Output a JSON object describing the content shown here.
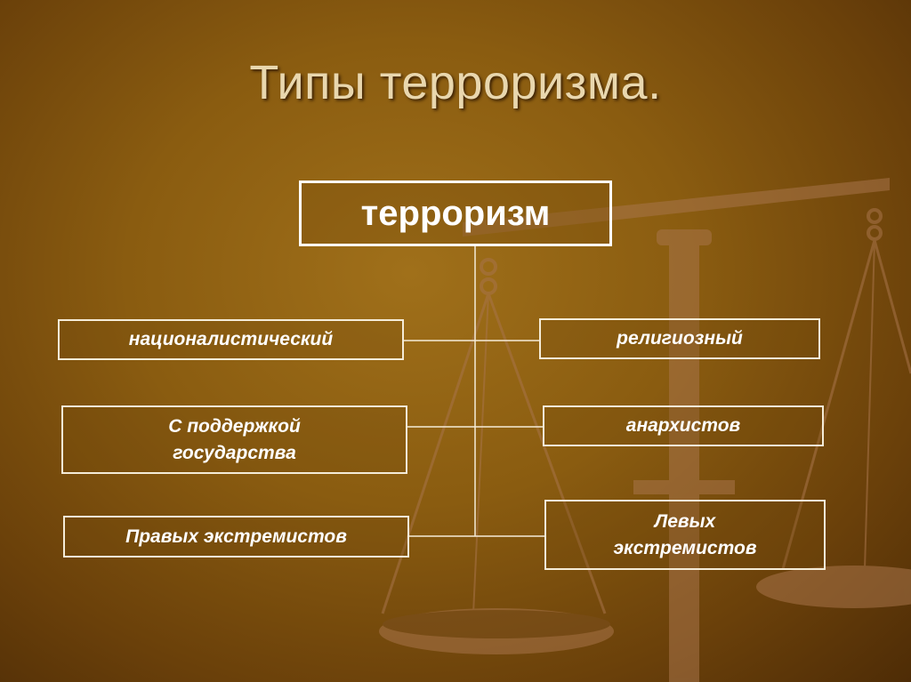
{
  "title": "Типы терроризма.",
  "root": {
    "label": "терроризм"
  },
  "left_nodes": [
    {
      "label": "националистический"
    },
    {
      "label": "С поддержкой\nгосударства"
    },
    {
      "label": "Правых экстремистов"
    }
  ],
  "right_nodes": [
    {
      "label": "религиозный"
    },
    {
      "label": "анархистов"
    },
    {
      "label": "Левых\nэкстремистов"
    }
  ],
  "colors": {
    "background": "#8a5c10",
    "title": "#e9d7ae",
    "box_border": "#ffffff",
    "scales": "#9a6a3a"
  }
}
